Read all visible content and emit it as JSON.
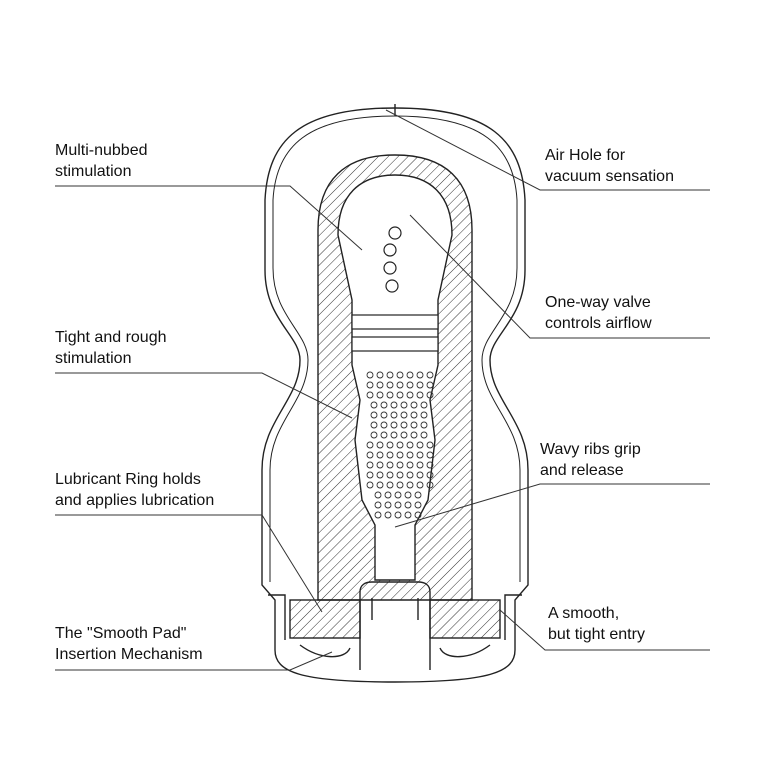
{
  "diagram": {
    "colors": {
      "stroke": "#222222",
      "background": "#ffffff"
    },
    "labels_left": [
      {
        "id": "multi-nubbed",
        "lines": [
          "Multi-nubbed",
          "stimulation"
        ]
      },
      {
        "id": "tight-rough",
        "lines": [
          "Tight and rough",
          "stimulation"
        ]
      },
      {
        "id": "lubricant-ring",
        "lines": [
          "Lubricant Ring holds",
          "and applies lubrication"
        ]
      },
      {
        "id": "smooth-pad",
        "lines": [
          "The \"Smooth Pad\"",
          "Insertion Mechanism"
        ]
      }
    ],
    "labels_right": [
      {
        "id": "air-hole",
        "lines": [
          "Air Hole for",
          "vacuum sensation"
        ]
      },
      {
        "id": "one-way-valve",
        "lines": [
          "One-way valve",
          "controls airflow"
        ]
      },
      {
        "id": "wavy-ribs",
        "lines": [
          "Wavy ribs grip",
          "and release"
        ]
      },
      {
        "id": "smooth-entry",
        "lines": [
          "A smooth,",
          "but tight entry"
        ]
      }
    ]
  }
}
